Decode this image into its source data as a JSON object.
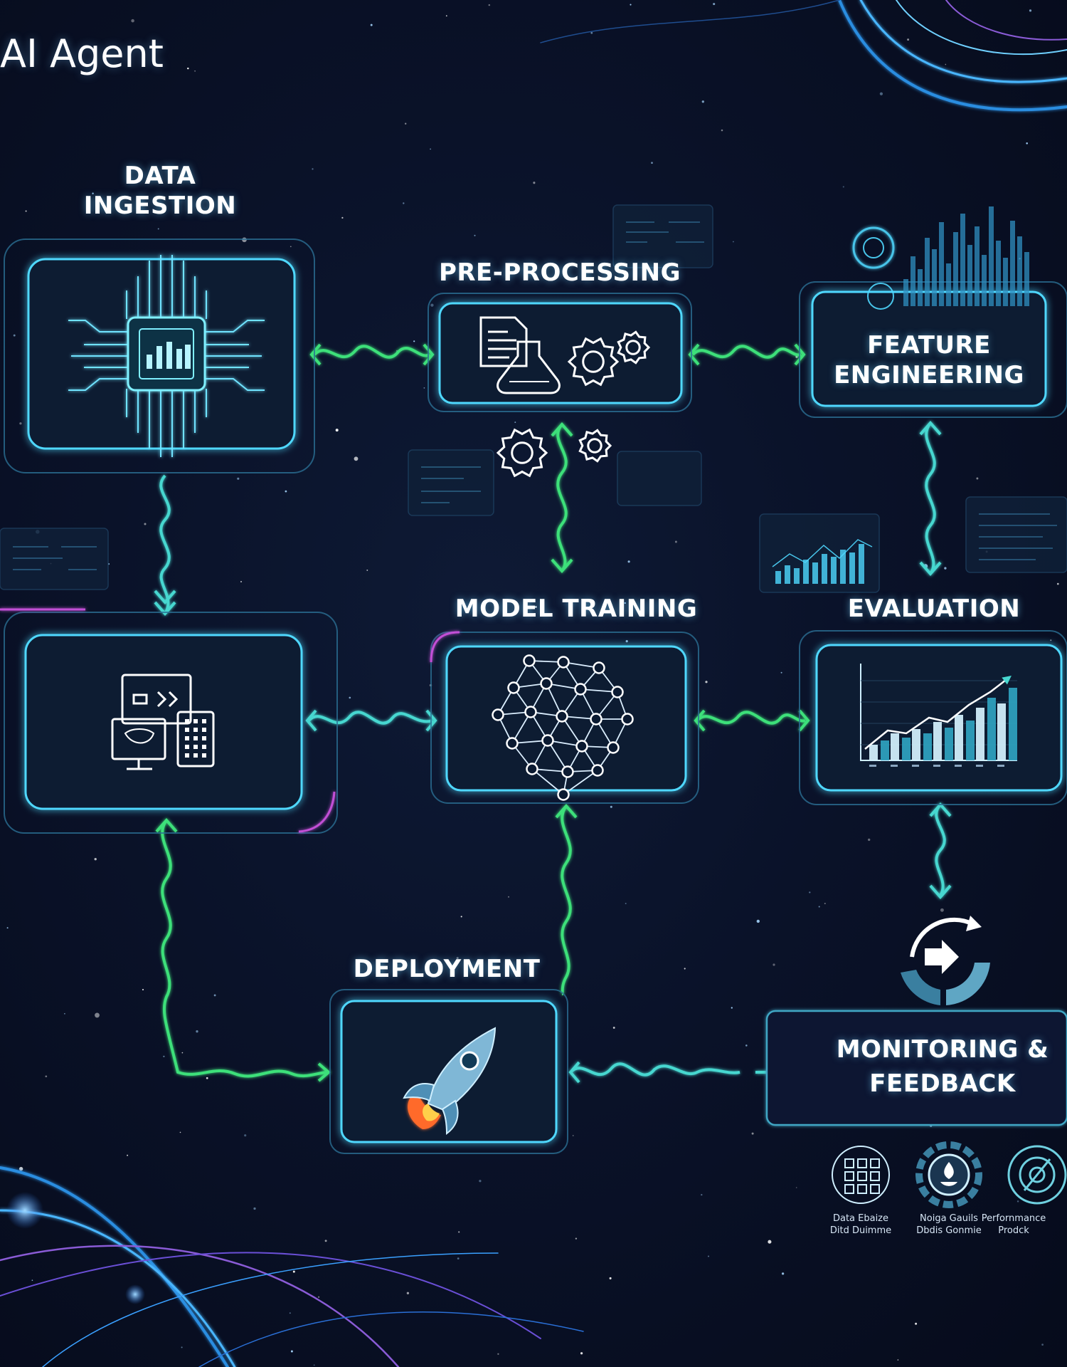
{
  "page": {
    "title": "AI Agent"
  },
  "stages": [
    {
      "id": "data-ingestion",
      "lines": [
        "DATA",
        "INGESTION"
      ]
    },
    {
      "id": "pre-processing",
      "lines": [
        "PRE-PROCESSING"
      ]
    },
    {
      "id": "feature-engineering",
      "lines": [
        "FEATURE",
        "ENGINEERING"
      ]
    },
    {
      "id": "model-training",
      "lines": [
        "MODEL TRAINING"
      ]
    },
    {
      "id": "evaluation",
      "lines": [
        "EVALUATION"
      ]
    },
    {
      "id": "deployment",
      "lines": [
        "DEPLOYMENT"
      ]
    },
    {
      "id": "monitoring-feedback",
      "lines": [
        "MONITORING &",
        "FEEDBACK"
      ]
    }
  ],
  "monitor_items": [
    {
      "lines": [
        "Data Ebaize",
        "Ditd Duimme"
      ],
      "icon": "data-grid-icon"
    },
    {
      "lines": [
        "Noiga Gauils",
        "Dbdis Gonmie"
      ],
      "icon": "gauge-icon"
    },
    {
      "lines": [
        "Perfornmance",
        "Prodck"
      ],
      "icon": "performance-target-icon"
    }
  ],
  "icons": {
    "data-ingestion": "circuit-chip-icon",
    "pre-processing": "document-flask-gears-icon",
    "feature-engineering": "data-dashboard-icon",
    "model-training": "neural-network-icon",
    "evaluation": "bar-chart-trend-icon",
    "interface": "devices-icon",
    "deployment": "rocket-icon",
    "monitoring": "refresh-cycle-icon"
  },
  "colors": {
    "background": "#0a1229",
    "box_glow": "#4fd8ff",
    "arrow_green": "#3ee07a",
    "arrow_teal": "#47d7d0",
    "accent_magenta": "#c24fd6",
    "text": "#ffffff"
  }
}
